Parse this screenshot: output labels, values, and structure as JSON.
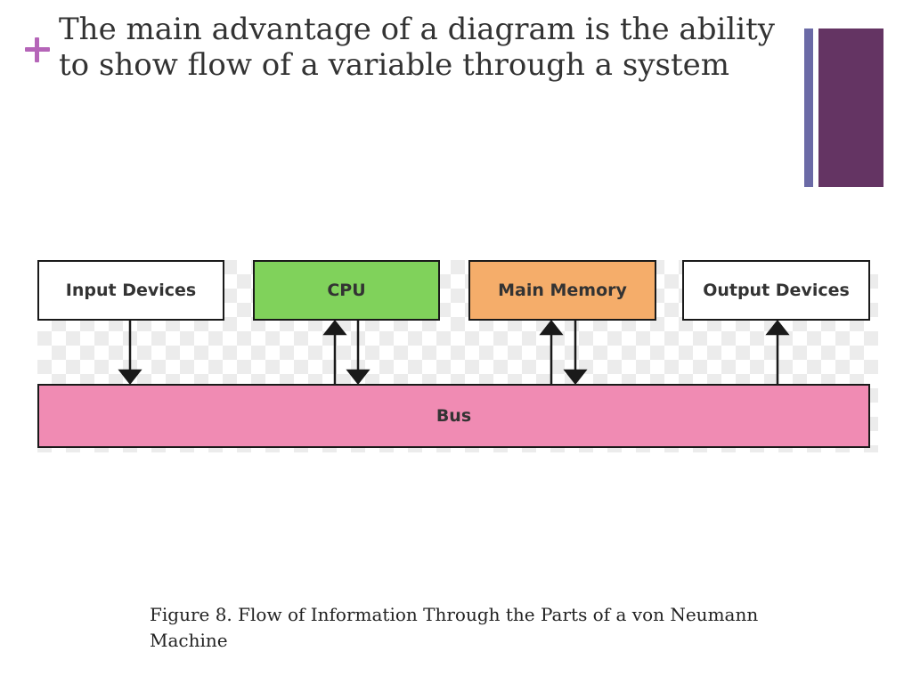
{
  "slide": {
    "title": "The main advantage of a diagram is the ability to show flow of a variable through a system",
    "caption": "Figure 8. Flow of Information Through the Parts of a von Neumann Machine",
    "icon": "plus-icon",
    "colors": {
      "plus": "#b565b8",
      "accent_thin": "#6b6aa6",
      "accent_thick": "#643463"
    }
  },
  "diagram": {
    "components": {
      "input": {
        "label": "Input Devices",
        "color": "#ffffff"
      },
      "cpu": {
        "label": "CPU",
        "color": "#80d25b"
      },
      "memory": {
        "label": "Main Memory",
        "color": "#f5ad6a"
      },
      "output": {
        "label": "Output Devices",
        "color": "#ffffff"
      }
    },
    "bus": {
      "label": "Bus",
      "color": "#f08bb3"
    },
    "flows": [
      {
        "from": "Input Devices",
        "to": "Bus"
      },
      {
        "from": "Bus",
        "to": "CPU"
      },
      {
        "from": "CPU",
        "to": "Bus"
      },
      {
        "from": "Bus",
        "to": "Main Memory"
      },
      {
        "from": "Main Memory",
        "to": "Bus"
      },
      {
        "from": "Bus",
        "to": "Output Devices"
      }
    ]
  }
}
